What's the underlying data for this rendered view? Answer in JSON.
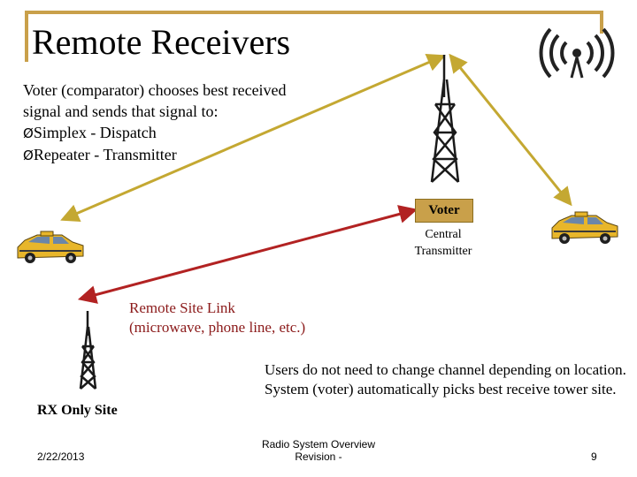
{
  "slide": {
    "title": "Remote Receivers",
    "intro_line1": "Voter (comparator) chooses best received",
    "intro_line2": "signal and sends that signal to:",
    "bullets": [
      "Simplex - Dispatch",
      "Repeater - Transmitter"
    ],
    "bullet_glyph": "Ø",
    "voter_label": "Voter",
    "central_label_line1": "Central",
    "central_label_line2": "Transmitter",
    "link_label_line1": "Remote Site Link",
    "link_label_line2": "(microwave, phone line, etc.)",
    "rx_label": "RX Only Site",
    "users_note": "Users do not need to change channel depending on location.  System (voter) automatically picks best receive tower site."
  },
  "footer": {
    "date": "2/22/2013",
    "center_line1": "Radio System Overview",
    "center_line2": "Revision -",
    "page_number": "9"
  },
  "colors": {
    "accent_gold": "#c9a04a",
    "olive_arrow": "#c4a832",
    "red_link": "#b22222",
    "taxi_yellow": "#e8b62a"
  },
  "icons": [
    "radio-waves-icon",
    "tower-icon",
    "taxi-icon"
  ]
}
